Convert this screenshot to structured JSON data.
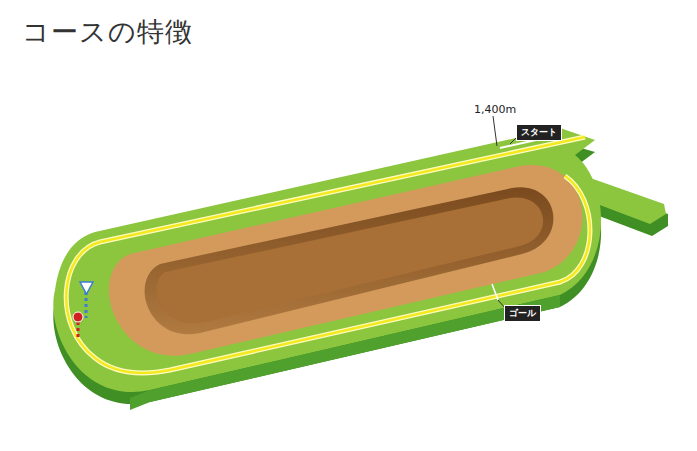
{
  "diagram": {
    "title": "コースの特徴",
    "nodes": [
      {
        "text": [
          "スタート"
        ]
      },
      {
        "text": [
          "ゴール"
        ]
      }
    ],
    "labels": [
      "1,400m"
    ]
  }
}
